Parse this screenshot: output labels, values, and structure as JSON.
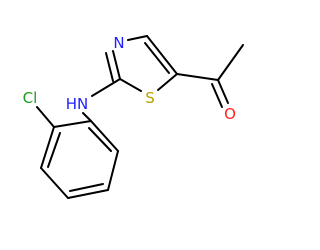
{
  "molecule": {
    "atoms": {
      "n_ring": {
        "text": "N",
        "color": "#2020ff"
      },
      "s_ring": {
        "text": "S",
        "color": "#b8a000"
      },
      "nh": {
        "text": "HN",
        "color": "#2020ff"
      },
      "cl": {
        "text": "Cl",
        "color": "#1e9a1e"
      },
      "o": {
        "text": "O",
        "color": "#ff2020"
      }
    }
  }
}
